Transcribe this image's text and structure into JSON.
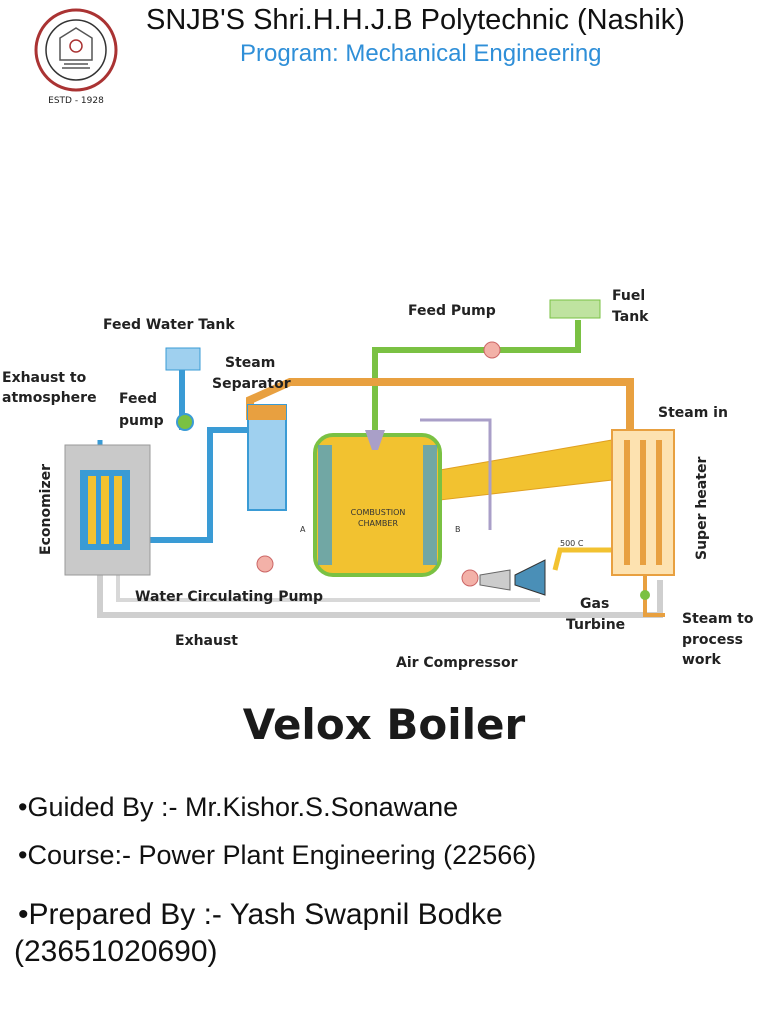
{
  "header": {
    "institute": "SNJB'S Shri.H.H.J.B Polytechnic (Nashik)",
    "program": "Program: Mechanical Engineering",
    "logo_estd": "ESTD - 1928"
  },
  "diagram": {
    "labels": {
      "feed_water_tank": "Feed Water Tank",
      "feed_pump_top": "Feed Pump",
      "fuel": "Fuel",
      "tank": "Tank",
      "exhaust_to": "Exhaust to",
      "atmosphere": "atmosphere",
      "feed": "Feed",
      "pump": "pump",
      "steam": "Steam",
      "separator": "Separator",
      "steam_in": "Steam in",
      "economizer": "Economizer",
      "combustion": "COMBUSTION",
      "chamber": "CHAMBER",
      "point_a": "A",
      "point_b": "B",
      "temp": "500 C",
      "super_heater": "Super heater",
      "water_circulating_pump": "Water Circulating Pump",
      "gas": "Gas",
      "turbine": "Turbine",
      "steam_to": "Steam to",
      "process": "process",
      "work": "work",
      "exhaust": "Exhaust",
      "air_compressor": "Air Compressor"
    },
    "title": "Velox Boiler",
    "colors": {
      "water": "#3a9bd5",
      "steam": "#e8a040",
      "fuel": "#7ac143",
      "chamber": "#f2c230",
      "shell": "#bfbfbf"
    }
  },
  "info": {
    "guided": "•Guided By :- Mr.Kishor.S.Sonawane",
    "course": "•Course:- Power Plant Engineering (22566)",
    "prepared": "•Prepared By :- Yash Swapnil Bodke",
    "enrollment": "(23651020690)"
  }
}
